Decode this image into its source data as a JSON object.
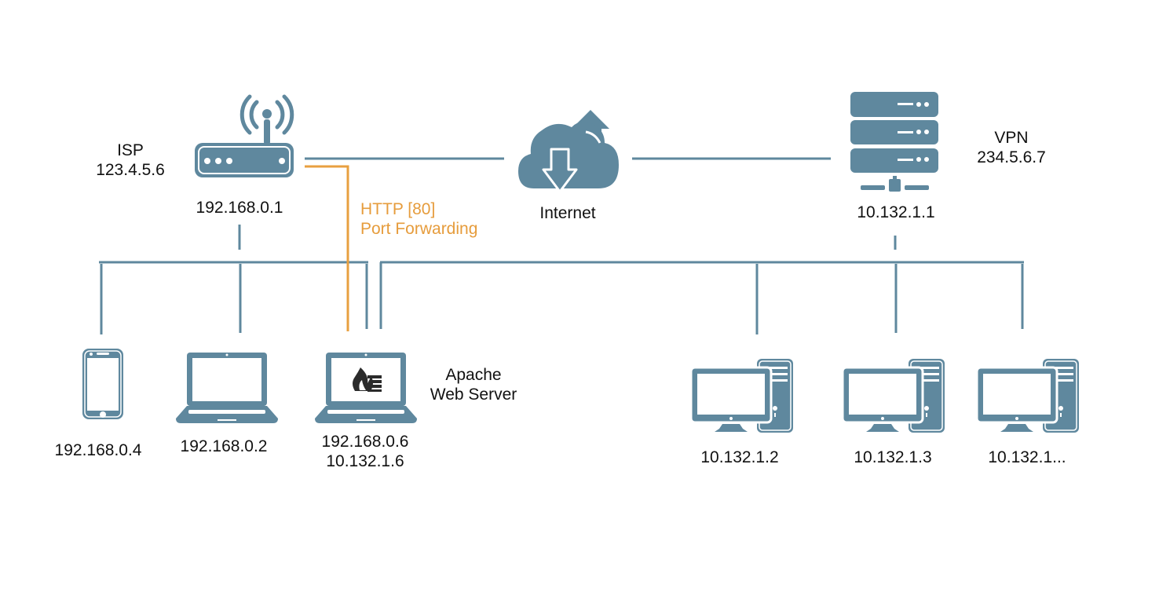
{
  "colors": {
    "device": "#5f889e",
    "line": "#5f889e",
    "forwarding": "#e8a040",
    "text": "#111111",
    "icon_dark": "#2b2b2b"
  },
  "nodes": {
    "isp": {
      "icon": "router-icon",
      "name": "ISP",
      "public_ip": "123.4.5.6",
      "lan_ip": "192.168.0.1"
    },
    "internet": {
      "icon": "cloud-upload-download-icon",
      "label": "Internet"
    },
    "vpn": {
      "icon": "server-rack-icon",
      "name": "VPN",
      "public_ip": "234.5.6.7",
      "lan_ip": "10.132.1.1"
    },
    "phone": {
      "icon": "smartphone-icon",
      "ip": "192.168.0.4"
    },
    "laptop": {
      "icon": "laptop-icon",
      "ip": "192.168.0.2"
    },
    "web_server": {
      "icon": "laptop-firewall-icon",
      "title_line1": "Apache",
      "title_line2": "Web Server",
      "ip_line1": "192.168.0.6",
      "ip_line2": "10.132.1.6"
    },
    "desktops": [
      {
        "icon": "desktop-computer-icon",
        "ip": "10.132.1.2"
      },
      {
        "icon": "desktop-computer-icon",
        "ip": "10.132.1.3"
      },
      {
        "icon": "desktop-computer-icon",
        "ip": "10.132.1..."
      }
    ]
  },
  "annotations": {
    "forwarding_line1": "HTTP [80]",
    "forwarding_line2": "Port Forwarding"
  }
}
